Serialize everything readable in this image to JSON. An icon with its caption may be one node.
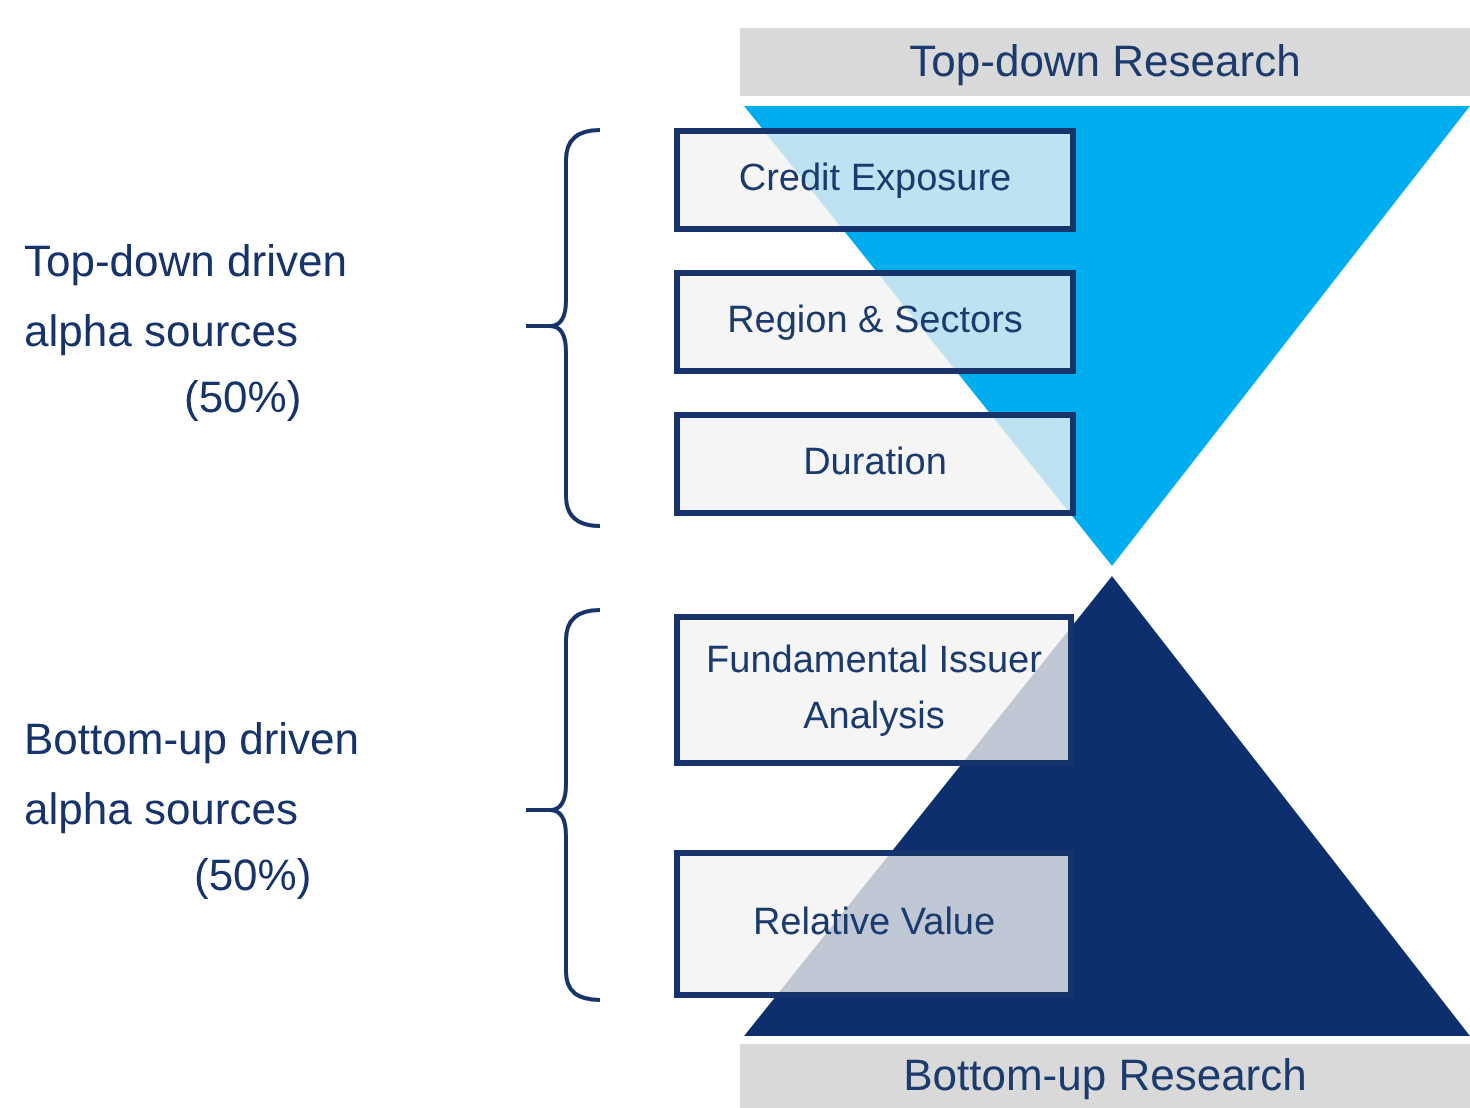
{
  "diagram": {
    "nodes": [
      {
        "text": [
          "Top-down Research"
        ]
      },
      {
        "text": [
          "Credit Exposure"
        ]
      },
      {
        "text": [
          "Region & Sectors"
        ]
      },
      {
        "text": [
          "Duration"
        ]
      },
      {
        "text": [
          "Fundamental Issuer Analysis"
        ]
      },
      {
        "text": [
          "Relative Value"
        ]
      },
      {
        "text": [
          "Bottom-up Research"
        ]
      }
    ],
    "labels": [
      "Top-down driven alpha sources",
      "(50%)",
      "Bottom-up driven alpha sources",
      "(50%)"
    ]
  }
}
